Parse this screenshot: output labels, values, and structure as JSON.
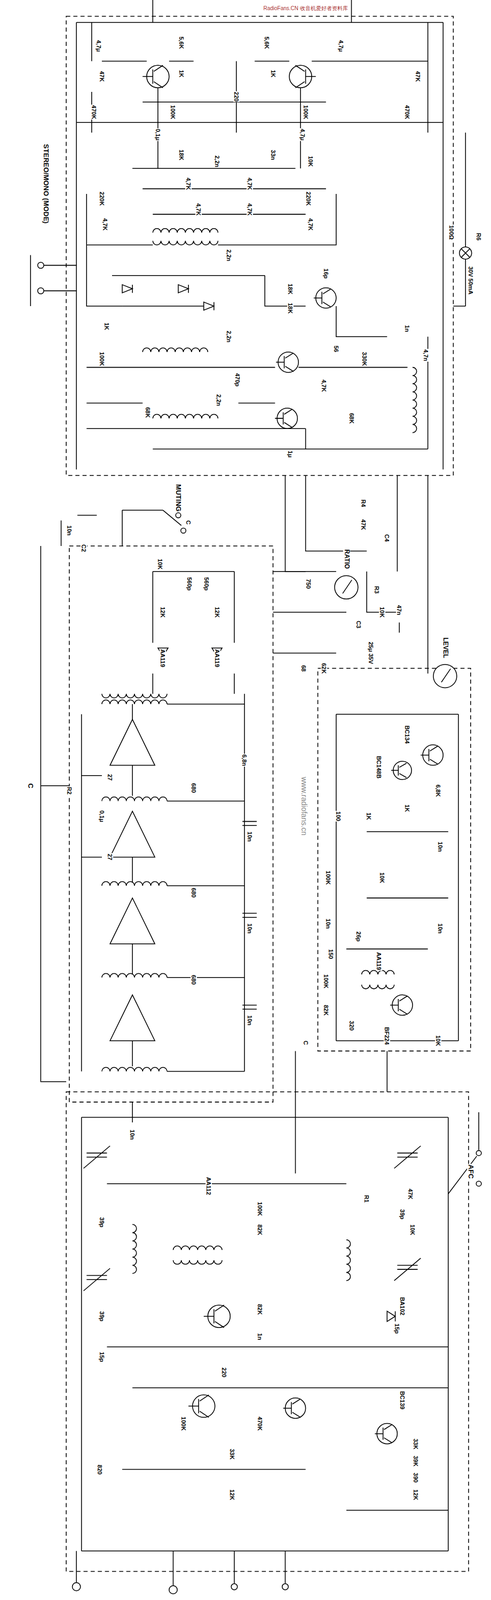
{
  "diagram": {
    "nodes": [
      {
        "text": [
          "RATIO"
        ]
      },
      {
        "text": [
          "LEVEL"
        ]
      }
    ],
    "labels": [
      "RadioFans.CN 收音机爱好者资料库",
      "4,7μ",
      "47K",
      "5,6K",
      "1K",
      "220",
      "5,6K",
      "1K",
      "4,7μ",
      "47K",
      "470K",
      "100K",
      "100K",
      "470K",
      "0,1μ",
      "4,7μ",
      "18K",
      "2,2n",
      "33n",
      "10K",
      "220K",
      "4,7K",
      "4,7K",
      "220K",
      "4,7K",
      "4,7K",
      "4,7K",
      "4,7K",
      "2,2n",
      "16p",
      "18K",
      "18K",
      "1K",
      "2,2n",
      "56",
      "1n",
      "4,7n",
      "100K",
      "330K",
      "470p",
      "4,7K",
      "2,2n",
      "68K",
      "68K",
      "1μ",
      "100Ω",
      "30V 50mA",
      "R6",
      "STEREO/MONO (MODE)",
      "MUTING",
      "C",
      "10n",
      "C2",
      "R4",
      "47K",
      "C4",
      "R3",
      "10K",
      "47n",
      "C3",
      "25μ 35V",
      "10K",
      "560p",
      "560p",
      "12K",
      "12K",
      "AA119",
      "AA119",
      "750",
      "68",
      "62K",
      "6,8n",
      "C",
      "R2",
      "27",
      "0,1μ",
      "27",
      "680",
      "680",
      "680",
      "10n",
      "10n",
      "10n",
      "www.radiofans.cn",
      "BC134",
      "BC148B",
      "100",
      "1K",
      "1K",
      "6,8K",
      "10n",
      "100K",
      "10K",
      "10n",
      "150",
      "26p",
      "AA119",
      "10n",
      "100K",
      "82K",
      "320",
      "BF224",
      "10K",
      "C",
      "10n",
      "AFC",
      "R1",
      "47K",
      "AA112",
      "100K",
      "82K",
      "10K",
      "39p",
      "39p",
      "BA102",
      "15p",
      "82K",
      "1n",
      "220",
      "39p",
      "15p",
      "BC139",
      "100K",
      "470K",
      "820",
      "33K",
      "12K",
      "33K",
      "39K",
      "390",
      "12K"
    ]
  }
}
